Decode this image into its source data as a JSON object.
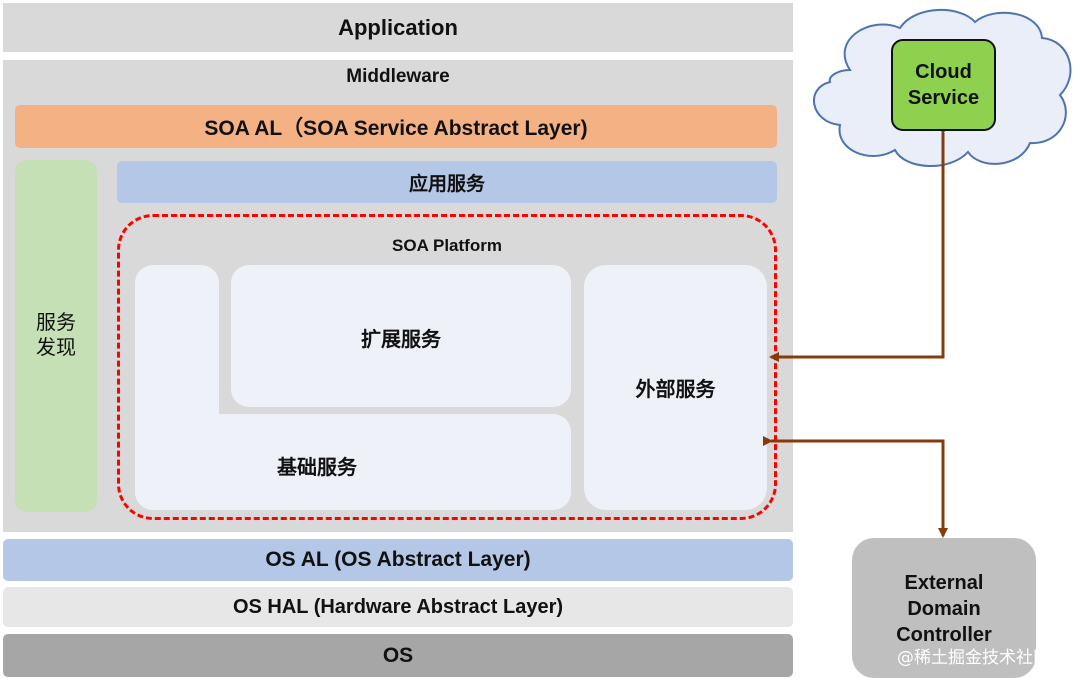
{
  "layers": {
    "application": "Application",
    "middleware": "Middleware",
    "soa_al": "SOA AL（SOA Service Abstract Layer)",
    "service_discovery": "服务\n发现",
    "app_services": "应用服务",
    "soa_platform": "SOA Platform",
    "extension_services": "扩展服务",
    "basic_services": "基础服务",
    "external_services": "外部服务",
    "os_al": "OS AL (OS Abstract Layer)",
    "os_hal": "OS HAL (Hardware Abstract Layer)",
    "os": "OS"
  },
  "cloud": {
    "label": "Cloud\nService"
  },
  "edc": {
    "label": "External\nDomain\nController"
  },
  "watermark": "@稀土掘金技术社区",
  "colors": {
    "connector": "#843c0c",
    "platform_border": "#ff0000",
    "cloud_service": "#8ed14f",
    "soa_al": "#f4b183"
  }
}
